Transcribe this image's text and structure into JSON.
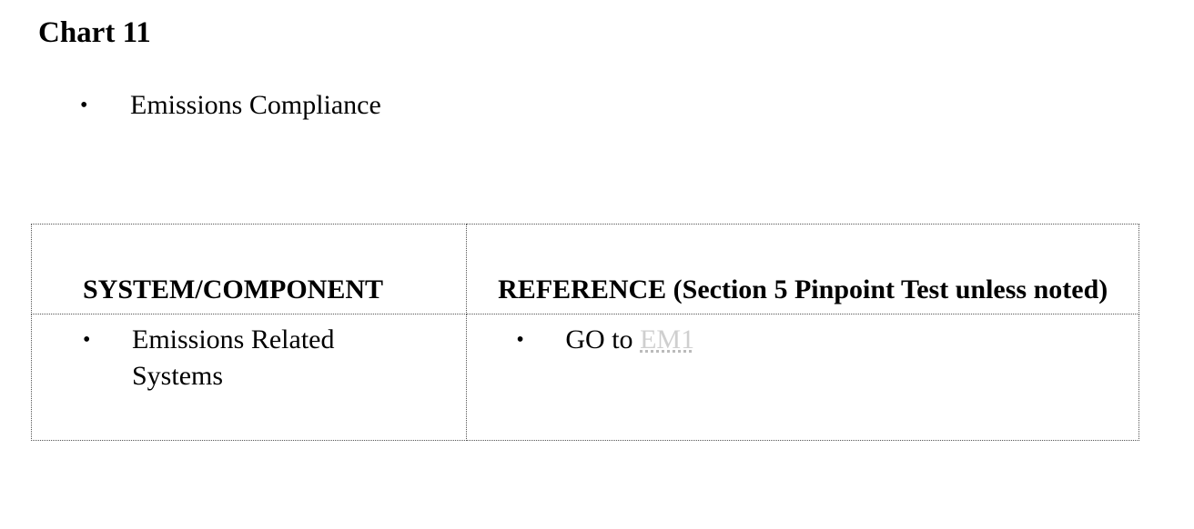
{
  "title": "Chart 11",
  "intro_items": [
    "Emissions Compliance"
  ],
  "table": {
    "headers": {
      "system": "SYSTEM/COMPONENT",
      "reference": "REFERENCE (Section 5 Pinpoint Test unless noted)"
    },
    "rows": [
      {
        "system": "Emissions Related Systems",
        "reference_prefix": "GO to",
        "reference_link": "EM1"
      }
    ]
  }
}
